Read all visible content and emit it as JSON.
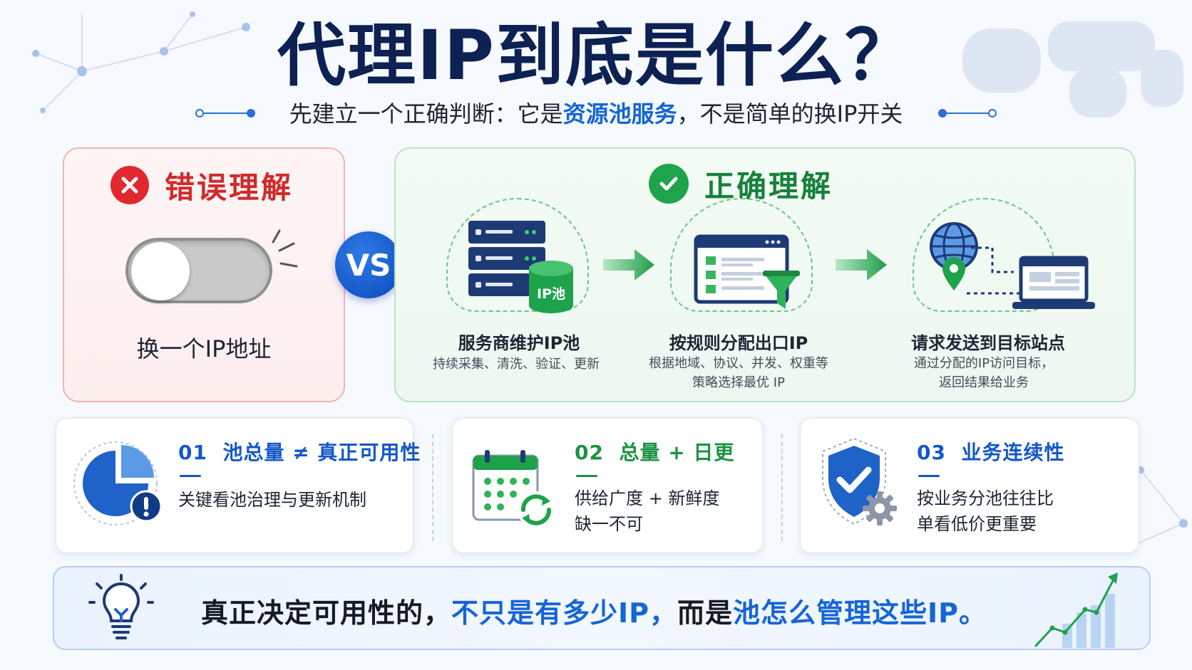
{
  "title": "代理IP到底是什么？",
  "subtitle": {
    "prefix": "先建立一个正确判断：它是",
    "highlight": "资源池服务",
    "suffix": "，不是简单的换IP开关"
  },
  "wrong": {
    "title": "错误理解",
    "label": "换一个IP地址"
  },
  "vs": "VS",
  "right": {
    "title": "正确理解",
    "pool_label": "IP池",
    "steps": [
      {
        "title": "服务商维护IP池",
        "desc": [
          "持续采集、清洗、验证、更新"
        ]
      },
      {
        "title": "按规则分配出口IP",
        "desc": [
          "根据地域、协议、并发、权重等",
          "策略选择最优 IP"
        ]
      },
      {
        "title": "请求发送到目标站点",
        "desc": [
          "通过分配的IP访问目标，",
          "返回结果给业务"
        ]
      }
    ]
  },
  "cards": [
    {
      "num": "01",
      "title": "池总量 ≠ 真正可用性",
      "lines": [
        "关键看池治理与更新机制"
      ]
    },
    {
      "num": "02",
      "title": "总量 + 日更",
      "lines": [
        "供给广度 + 新鲜度",
        "缺一不可"
      ]
    },
    {
      "num": "03",
      "title": "业务连续性",
      "lines": [
        "按业务分池往往比",
        "单看低价更重要"
      ]
    }
  ],
  "banner": {
    "part1": "真正决定可用性的，",
    "part2": "不只是有多少IP，",
    "part3": "而是",
    "part4": "池怎么管理这些IP。"
  },
  "colors": {
    "title": "#0d2253",
    "accent_blue": "#1565d8",
    "wrong_red": "#d12a2a",
    "right_green": "#17813a"
  },
  "icons": [
    "close-icon",
    "toggle-switch-icon",
    "check-icon",
    "server-stack-icon",
    "database-icon",
    "arrow-right-icon",
    "browser-window-icon",
    "filter-funnel-icon",
    "globe-icon",
    "location-pin-icon",
    "laptop-icon",
    "pie-chart-icon",
    "alert-icon",
    "calendar-icon",
    "refresh-icon",
    "shield-check-icon",
    "gear-icon",
    "lightbulb-icon",
    "growth-chart-icon"
  ]
}
